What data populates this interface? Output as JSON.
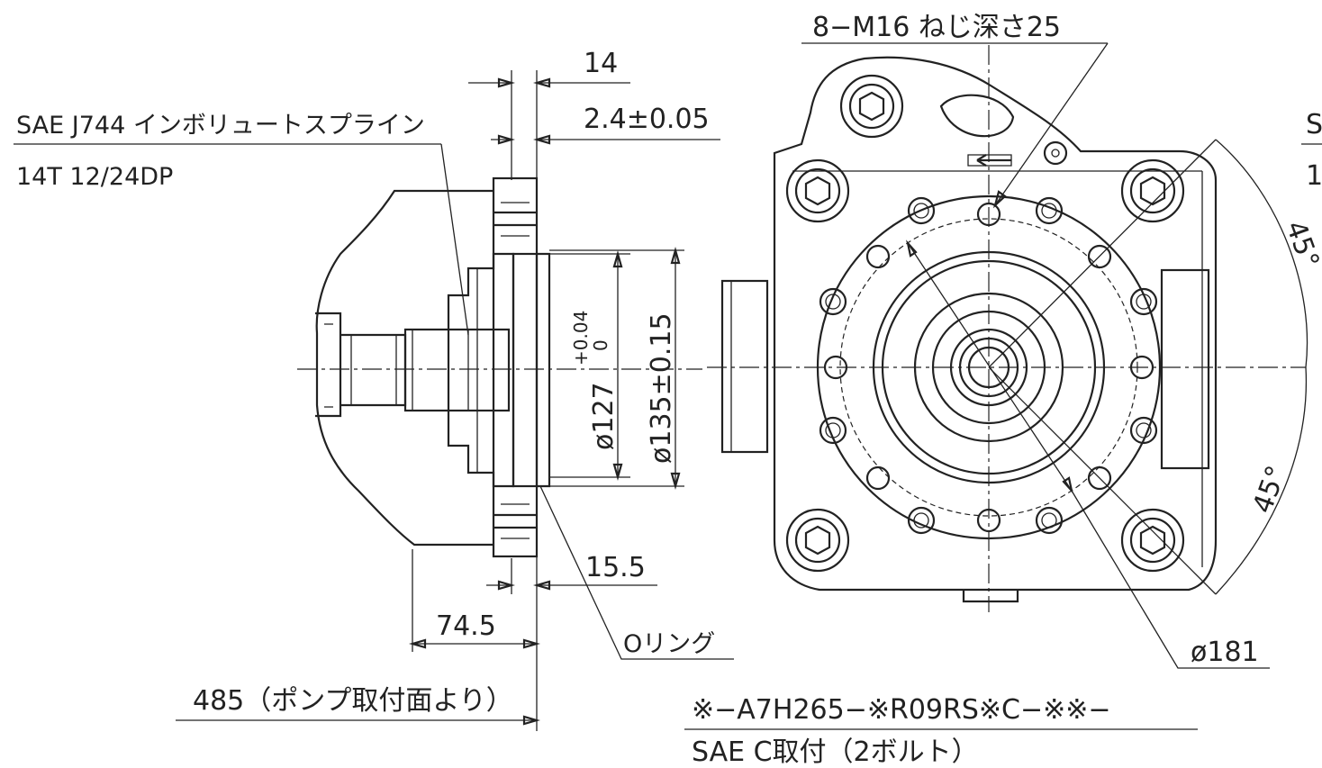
{
  "labels": {
    "spline_spec": "SAE J744 インボリュートスプライン",
    "spline_teeth": "14T 12/24DP",
    "dim_14": "14",
    "dim_2_4": "2.4±0.05",
    "dim_d127_base": "ø127",
    "dim_d127_tol_upper": "+0.04",
    "dim_d127_tol_lower": "0",
    "dim_d135": "ø135±0.15",
    "dim_15_5": "15.5",
    "dim_74_5": "74.5",
    "dim_485": "485（ポンプ取付面より）",
    "o_ring": "Oリング",
    "thread_spec": "8−M16 ねじ深さ25",
    "angle_45_top": "45°",
    "angle_45_bottom": "45°",
    "dim_d181": "ø181",
    "model_code": "※−A7H265−※R09RS※C−※※−",
    "mount_spec": "SAE C取付（2ボルト）",
    "edge_letter_s": "S",
    "edge_letter_1": "1"
  }
}
